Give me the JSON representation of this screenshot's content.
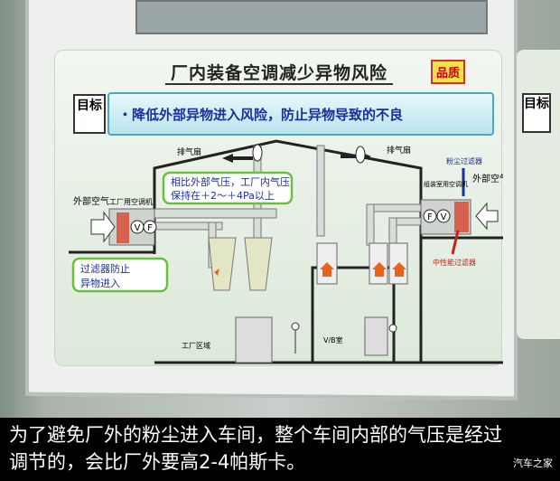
{
  "board": {
    "title": "厂内装备空调减少异物风险",
    "badge": "品质",
    "goal_label": "目标",
    "goal_text": "・降低外部异物进入风险，防止异物导致的不良"
  },
  "diagram": {
    "exhaust_fan_left": "排气扇",
    "exhaust_fan_right": "排气扇",
    "pressure_note_line1": "相比外部气压，工厂内气压",
    "pressure_note_line2": "保持在＋2～＋4Pa以上",
    "outside_air_left": "外部空气",
    "outside_air_right": "外部空气",
    "factory_ac": "工厂用空调机",
    "assembly_ac": "组装室用空调机",
    "dust_filter": "粉尘过滤器",
    "medium_filter": "中性能过滤器",
    "filter_note_line1": "过滤器防止",
    "filter_note_line2": "异物进入",
    "factory_area": "工厂区域",
    "vb_room": "V/B室",
    "v_label": "V",
    "f_label": "F",
    "colors": {
      "note_border": "#6cbf3a",
      "text_blue": "#1b2f9a",
      "arrow_red": "#c0241b",
      "arrow_orange": "#e8641e"
    }
  },
  "caption": {
    "line1": "为了避免厂外的粉尘进入车间，整个车间内部的气压是经过",
    "line2": "调节的，会比厂外要高2-4帕斯卡。",
    "watermark": "汽车之家"
  }
}
